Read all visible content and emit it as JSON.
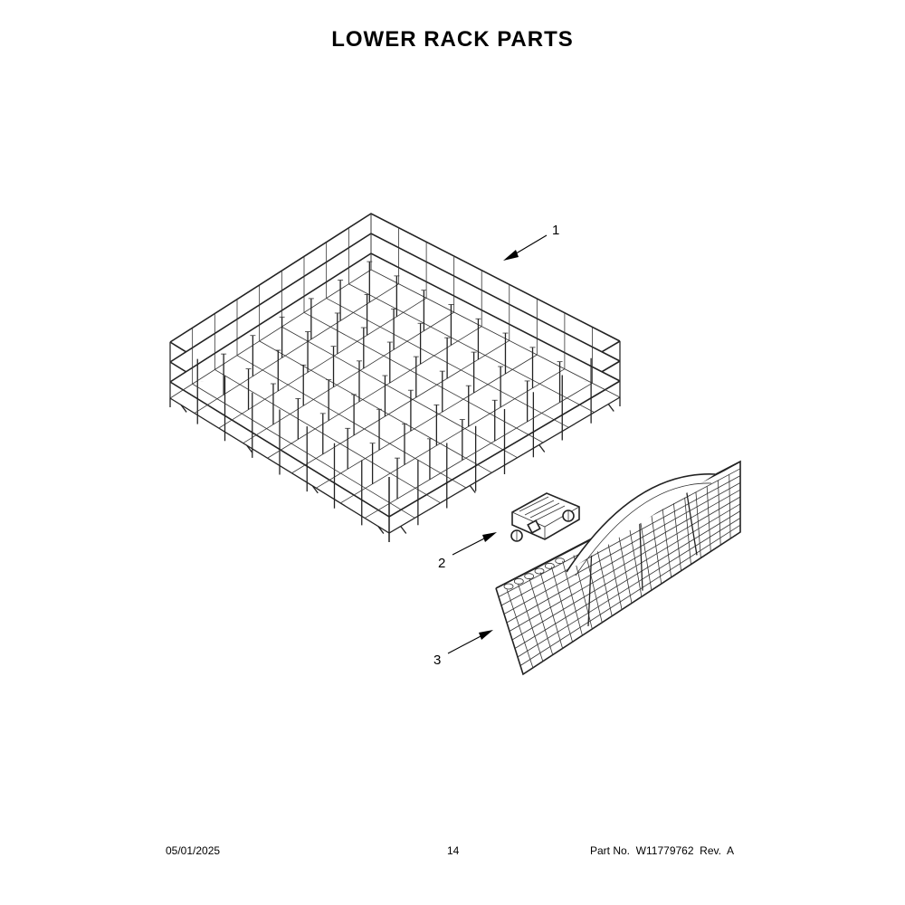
{
  "title": "LOWER RACK PARTS",
  "callouts": [
    {
      "id": "1",
      "label": "1"
    },
    {
      "id": "2",
      "label": "2"
    },
    {
      "id": "3",
      "label": "3"
    }
  ],
  "footer": {
    "date": "05/01/2025",
    "page": "14",
    "part_no": "Part No.  W11779762  Rev.  A"
  },
  "icons": {
    "rack": "lower-rack-drawing-icon",
    "clip": "rack-clip-drawing-icon",
    "basket": "silverware-basket-drawing-icon"
  }
}
